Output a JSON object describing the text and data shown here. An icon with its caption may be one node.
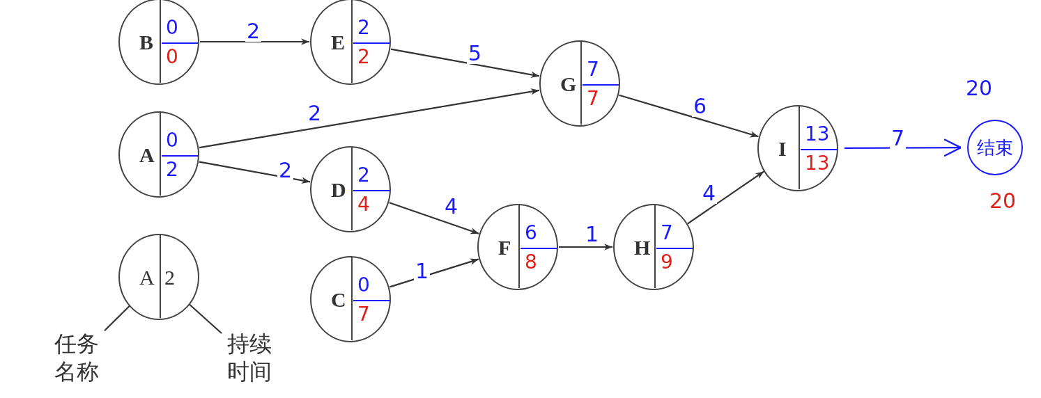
{
  "diagram": {
    "nodes": [
      {
        "text": [
          "B",
          "0",
          "0"
        ]
      },
      {
        "text": [
          "E",
          "2",
          "2"
        ]
      },
      {
        "text": [
          "G",
          "7",
          "7"
        ]
      },
      {
        "text": [
          "A",
          "0",
          "2"
        ]
      },
      {
        "text": [
          "I",
          "13",
          "13"
        ]
      },
      {
        "text": [
          "结束"
        ],
        "beside": [
          "20",
          "20"
        ]
      },
      {
        "text": [
          "D",
          "2",
          "4"
        ]
      },
      {
        "text": [
          "F",
          "6",
          "8"
        ]
      },
      {
        "text": [
          "H",
          "7",
          "9"
        ]
      },
      {
        "text": [
          "C",
          "0",
          "7"
        ]
      },
      {
        "text": [
          "A",
          "2"
        ]
      },
      {
        "text": [
          "任务名称"
        ]
      },
      {
        "text": [
          "持续时间"
        ]
      }
    ],
    "edges": [
      {
        "from": 0,
        "to": 1,
        "arrow": "to",
        "label": "2"
      },
      {
        "from": 1,
        "to": 2,
        "arrow": "to",
        "label": "5"
      },
      {
        "from": 3,
        "to": 2,
        "arrow": "to",
        "label": "2"
      },
      {
        "from": 3,
        "to": 6,
        "arrow": "to",
        "label": "2"
      },
      {
        "from": 2,
        "to": 4,
        "arrow": "to",
        "label": "6"
      },
      {
        "from": 6,
        "to": 7,
        "arrow": "to",
        "label": "4"
      },
      {
        "from": 9,
        "to": 7,
        "arrow": "to",
        "label": "1"
      },
      {
        "from": 7,
        "to": 8,
        "arrow": "to",
        "label": "1"
      },
      {
        "from": 8,
        "to": 4,
        "arrow": "to",
        "label": "4"
      },
      {
        "from": 4,
        "to": 5,
        "arrow": "to",
        "label": "7",
        "color": "#1a1aff"
      },
      {
        "from": 11,
        "to": 10,
        "arrow": "none"
      },
      {
        "from": 12,
        "to": 10,
        "arrow": "none"
      }
    ]
  }
}
